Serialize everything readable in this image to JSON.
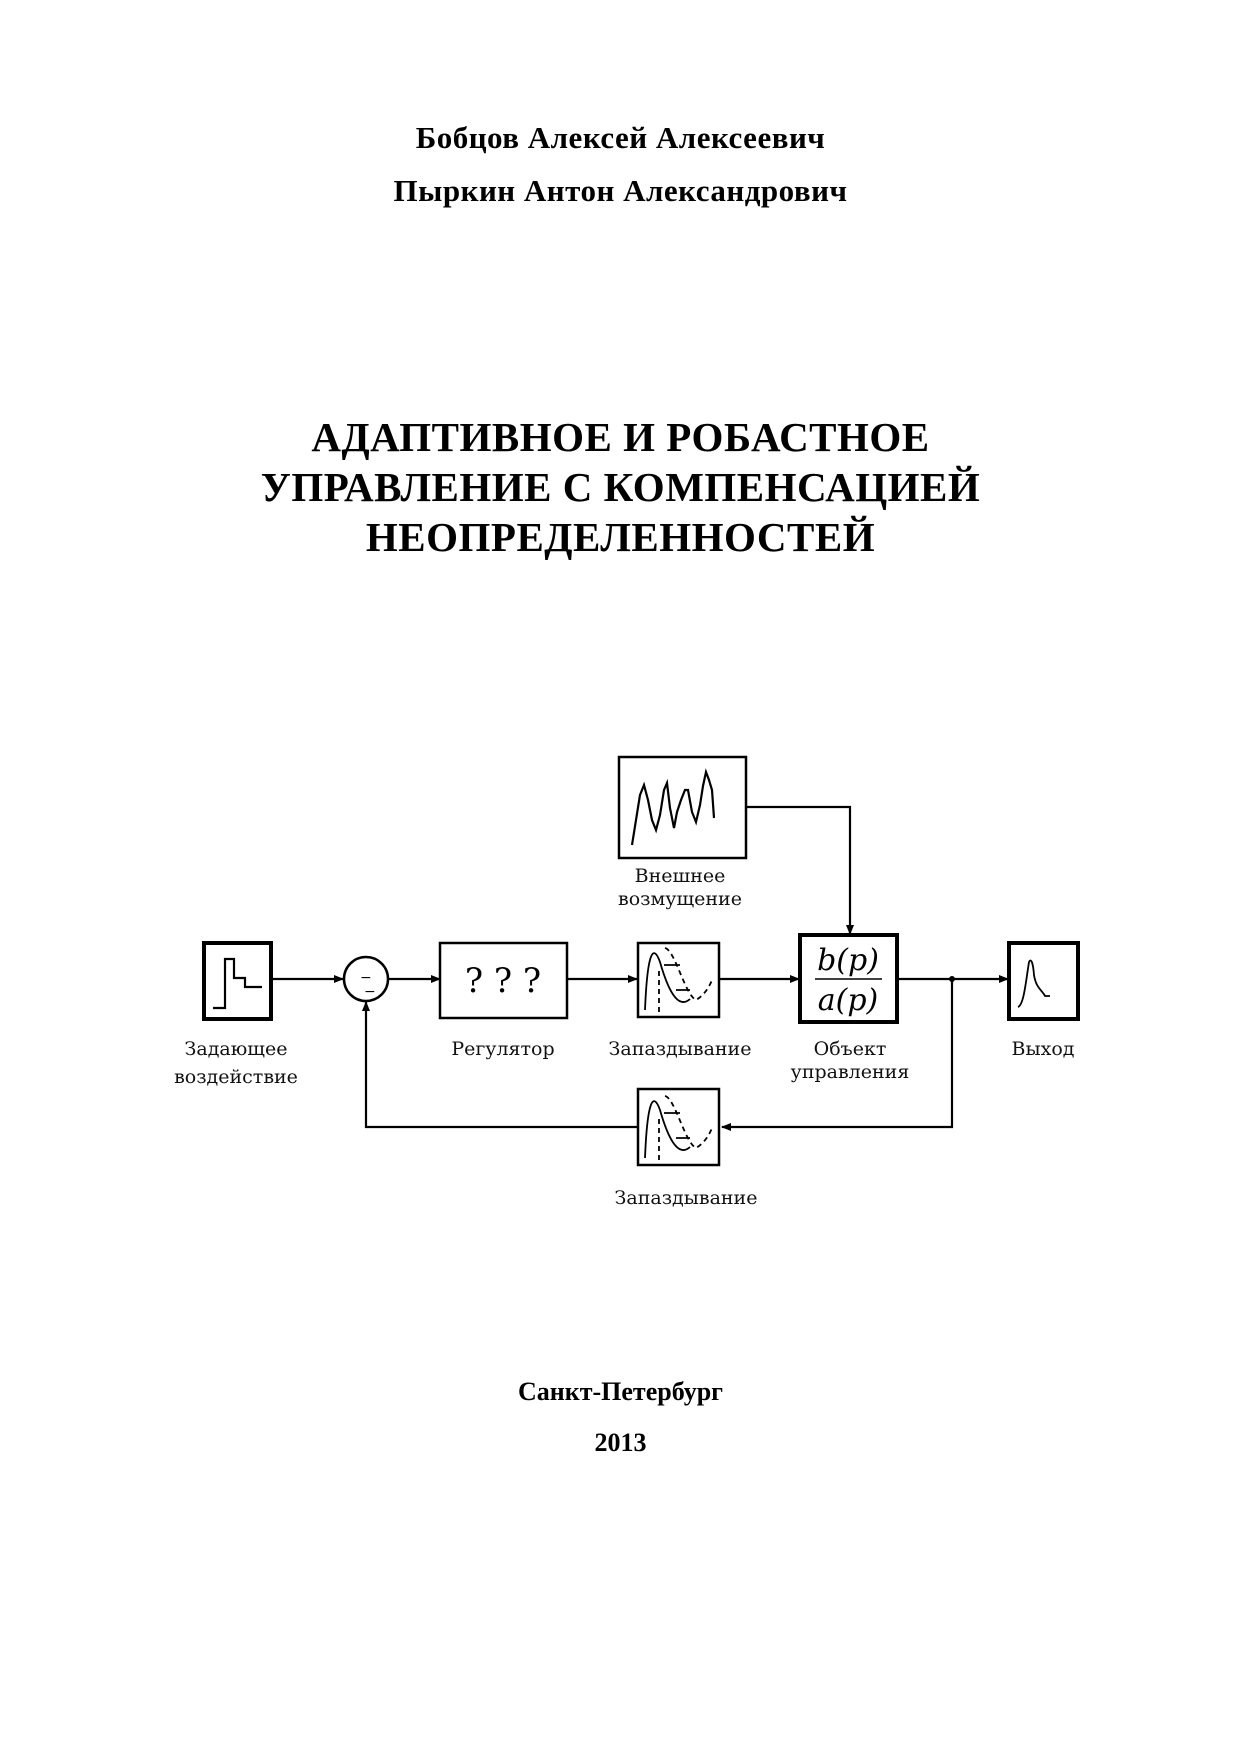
{
  "authors": [
    "Бобцов Алексей Алексеевич",
    "Пыркин Антон Александрович"
  ],
  "title_lines": [
    "АДАПТИВНОЕ И РОБАСТНОЕ",
    "УПРАВЛЕНИЕ С КОМПЕНСАЦИЕЙ",
    "НЕОПРЕДЕЛЕННОСТЕЙ"
  ],
  "diagram": {
    "disturbance": [
      "Внешнее",
      "возмущение"
    ],
    "reference": [
      "Задающее",
      "воздействие"
    ],
    "sum_sign": "−",
    "controller_symbol": "? ? ?",
    "controller": "Регулятор",
    "delay": "Запаздывание",
    "plant_numerator": "b(p)",
    "plant_denominator": "a(p)",
    "plant": [
      "Объект",
      "управления"
    ],
    "output": "Выход",
    "feedback_delay": "Запаздывание"
  },
  "city": "Санкт-Петербург",
  "year": "2013"
}
